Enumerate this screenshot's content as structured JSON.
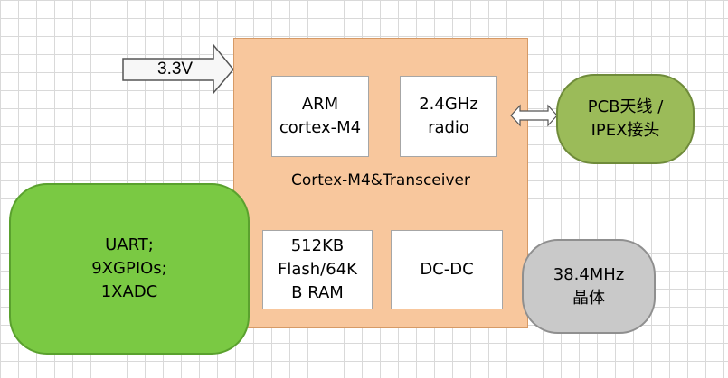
{
  "power_input": {
    "label": "3.3V"
  },
  "main_block": {
    "label": "Cortex-M4&Transceiver",
    "cpu": [
      "ARM",
      "cortex-M4"
    ],
    "radio": [
      "2.4GHz",
      "radio"
    ],
    "memory": [
      "512KB",
      "Flash/64K",
      "B RAM"
    ],
    "dcdc": [
      "DC-DC"
    ]
  },
  "antenna": [
    "PCB天线 /",
    "IPEX接头"
  ],
  "peripherals": [
    "UART;",
    "9XGPIOs;",
    "1XADC"
  ],
  "crystal": [
    "38.4MHz",
    "晶体"
  ],
  "colors": {
    "main_fill": "#f8c79d",
    "peripherals_fill": "#7ac943",
    "antenna_fill": "#9bbb59",
    "crystal_fill": "#c9c9c9"
  }
}
